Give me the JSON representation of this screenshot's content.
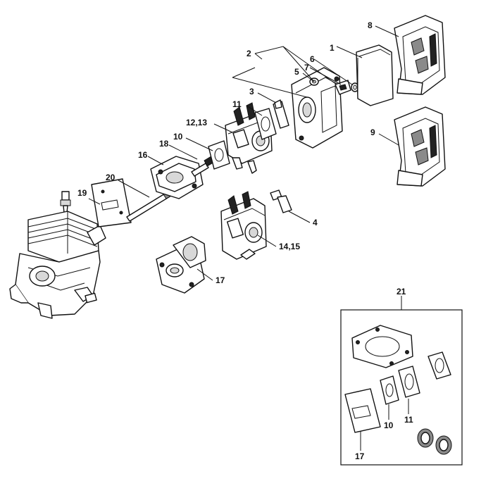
{
  "diagram": {
    "callouts": {
      "c1": "1",
      "c2": "2",
      "c3": "3",
      "c4": "4",
      "c5": "5",
      "c6": "6",
      "c7": "7",
      "c8": "8",
      "c9": "9",
      "c10": "10",
      "c11": "11",
      "c12_13": "12,13",
      "c14_15": "14,15",
      "c16": "16",
      "c17": "17",
      "c18": "18",
      "c19": "19",
      "c20": "20",
      "c21": "21",
      "kit10": "10",
      "kit11": "11",
      "kit17": "17"
    }
  }
}
